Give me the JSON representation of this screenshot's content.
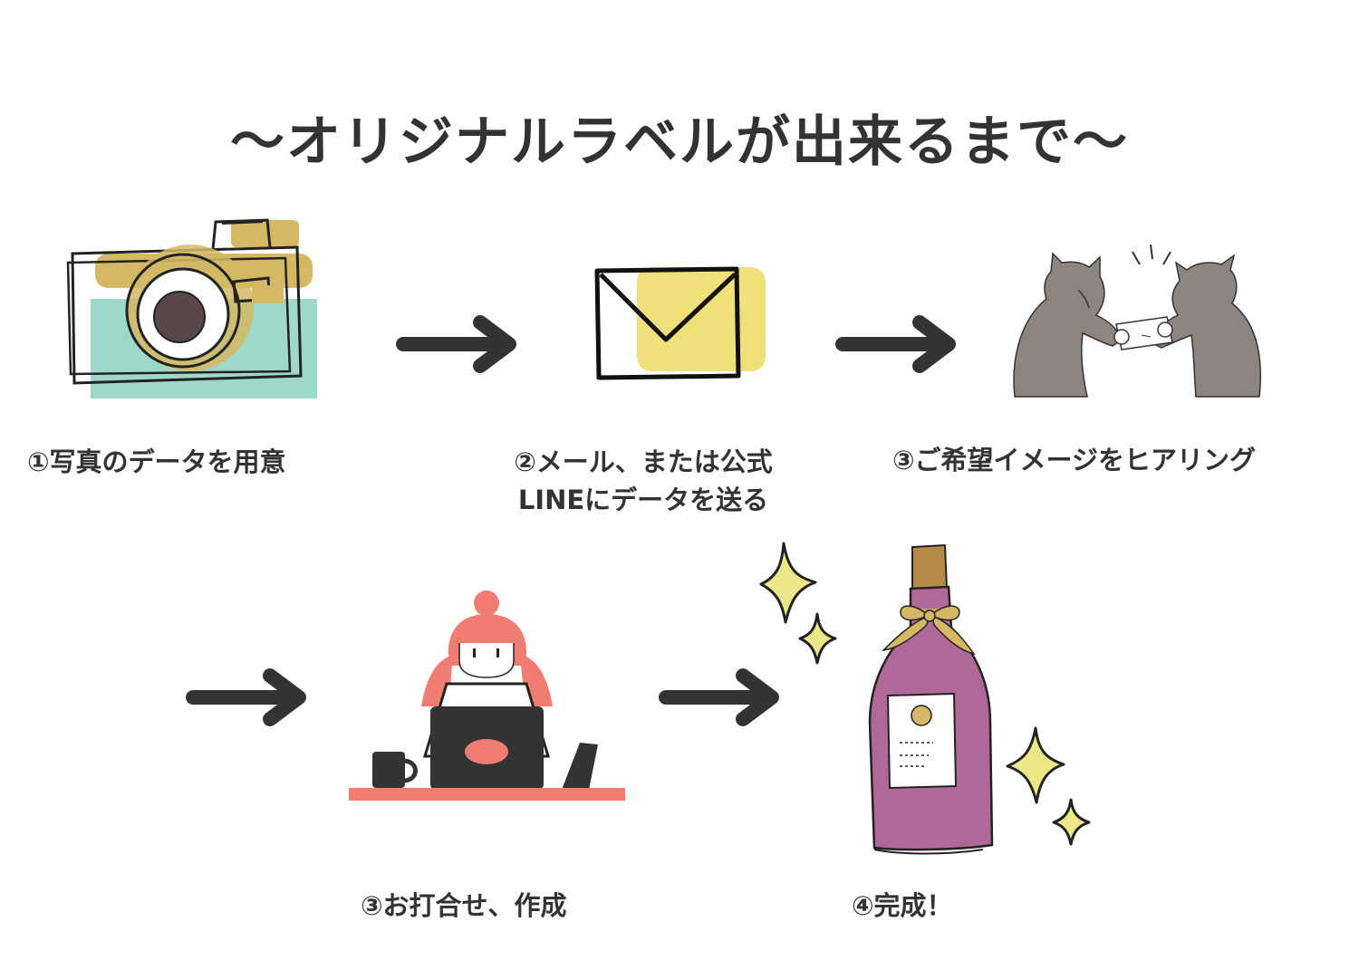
{
  "title": "〜オリジナルラベルが出来るまで〜",
  "steps": [
    {
      "label": "①写真のデータを用意",
      "icon": "camera-icon"
    },
    {
      "label_line1": "②メール、または公式",
      "label_line2": "LINEにデータを送る",
      "icon": "envelope-icon"
    },
    {
      "label": "③ご希望イメージをヒアリング",
      "icon": "cats-exchanging-paper-icon"
    },
    {
      "label": "③お打合せ、作成",
      "icon": "person-at-laptop-icon"
    },
    {
      "label": "④完成！",
      "icon": "wine-bottle-icon"
    }
  ],
  "colors": {
    "text": "#333333",
    "mint": "#9ed8cb",
    "mustard": "#d4b863",
    "yellow": "#f0e07a",
    "cat": "#8f8580",
    "coral": "#f07c72",
    "bottle": "#b06898",
    "sparkle": "#ece88a"
  }
}
